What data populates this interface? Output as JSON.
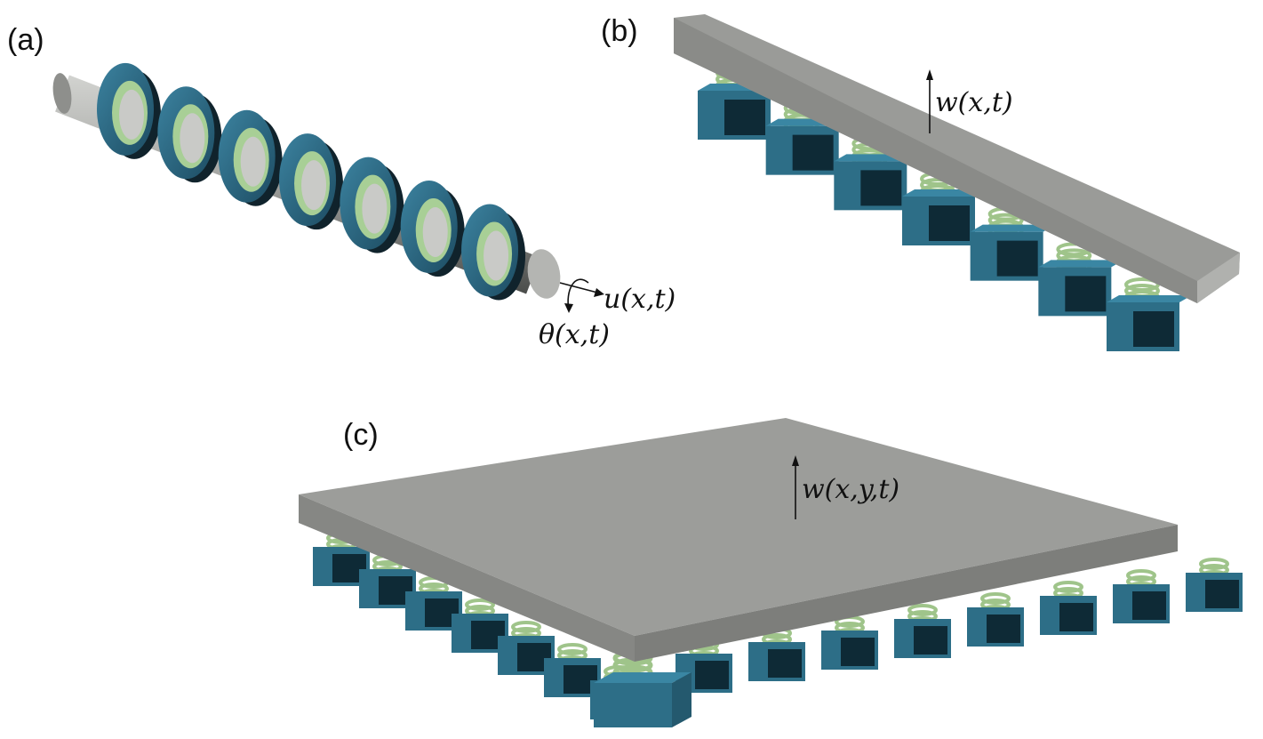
{
  "panels": [
    {
      "label": "(a)",
      "description_labels": [
        "u(x,t)",
        "θ(x,t)"
      ]
    },
    {
      "label": "(b)",
      "description_labels": [
        "w(x,t)"
      ]
    },
    {
      "label": "(c)",
      "description_labels": [
        "w(x,y,t)"
      ]
    }
  ],
  "labels": {
    "a": {
      "panel": "(a)",
      "axial": "u(x,t)",
      "torsional": "θ(x,t)"
    },
    "b": {
      "panel": "(b)",
      "transverse": "w(x,t)"
    },
    "c": {
      "panel": "(c)",
      "transverse": "w(x,y,t)"
    }
  },
  "colors": {
    "rod": "#a9aaa7",
    "rod_dark": "#6e706d",
    "resonator_blue": "#2f6f8a",
    "resonator_blue_dark": "#1e4f66",
    "resonator_green": "#a8cf96",
    "spring_green": "#9fc48a",
    "block_blue": "#2d6e87",
    "block_dark": "#0e2a36",
    "beam_top": "#9a9b98",
    "beam_side": "#8a8b88",
    "plate_top": "#9c9d9a",
    "plate_side": "#868784"
  }
}
